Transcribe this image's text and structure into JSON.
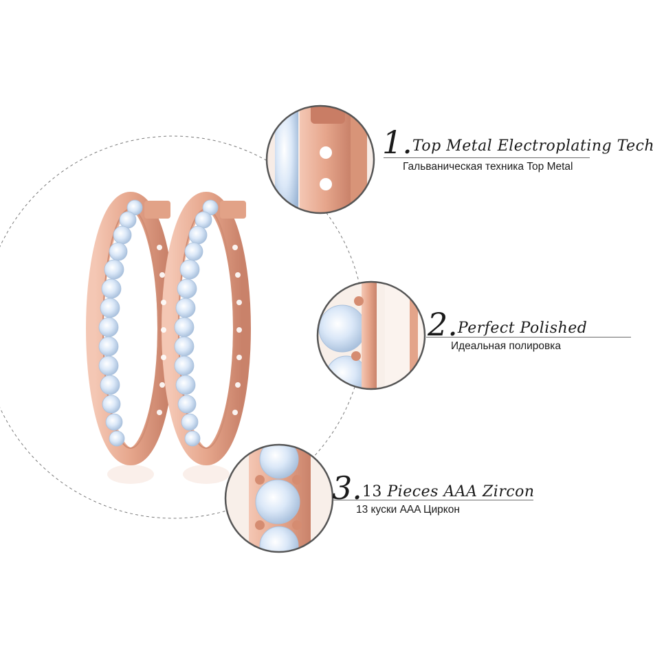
{
  "features": [
    {
      "number": "1.",
      "title": "Top Metal Electroplating Techniq",
      "subtitle": "Гальваническая техника Top Metal"
    },
    {
      "number": "2.",
      "title": "Perfect Polished",
      "subtitle": "Идеальная полировка"
    },
    {
      "number": "3.",
      "count": "13",
      "title": " Pieces AAA Zircon",
      "subtitle": "13 куски AAA Циркон"
    }
  ],
  "colors": {
    "rose_gold": "#e8a98f",
    "rose_gold_dark": "#c97d65",
    "zircon": "#cfe0f5",
    "ring_border": "#555555",
    "dashed_circle": "#7a7a7a"
  }
}
